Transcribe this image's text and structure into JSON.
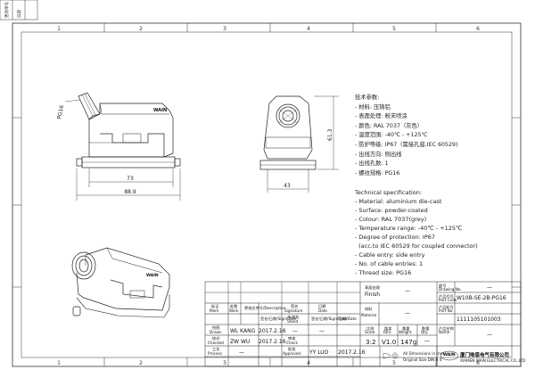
{
  "sidebar_labels": [
    "更改单号",
    "日期"
  ],
  "zones": {
    "top": [
      "1",
      "2",
      "3",
      "4",
      "5",
      "6"
    ],
    "bottom": [
      "1",
      "2",
      "3",
      "4",
      "5",
      "6"
    ]
  },
  "front_view": {
    "thread_label": "PG16",
    "dims": {
      "inner": "73",
      "overall": "88.9"
    },
    "brand": "WAIN"
  },
  "side_view": {
    "dims": {
      "width": "43",
      "height": "61.3"
    }
  },
  "iso_view": {
    "brand": "WAIN"
  },
  "spec_cn": {
    "title": "技术参数:",
    "lines": [
      "- 材料: 压铸铝",
      "- 表面处理: 粉末喷涂",
      "- 颜色: RAL 7037（灰色）",
      "- 温度范围: -40℃ - +125℃",
      "- 防护等级: IP67（需接孔座,IEC 60529)",
      "- 出线方向: 侧出线",
      "- 出线孔数: 1",
      "- 螺纹规格: PG16"
    ]
  },
  "spec_en": {
    "title": "Technical specification:",
    "lines": [
      "- Material: aluminium die-cast",
      "- Surface: powder-coated",
      "- Colour: RAL 7037(grey)",
      "- Temperature range: -40℃ - +125℃",
      "- Degree of protection: IP67",
      "  (acc.to IEC 60529 for coupled connector)",
      "- Cable entry: side entry",
      "- No. of cable entries: 1",
      "- Thread size: PG16"
    ]
  },
  "title_block": {
    "finish_cn": "表面处理",
    "finish_en": "Finish",
    "finish_val": "—",
    "drawing_no_cn": "图号",
    "drawing_no_en": "Drawing No.",
    "drawing_no_val": "—",
    "part_code_cn": "产品代号",
    "part_code_en": "Part Code",
    "part_code_val": "W10B-SE-2B-PG16",
    "material_cn": "材料",
    "material_en": "Material",
    "material_val": "—",
    "part_no_cn": "产品料号",
    "part_no_en": "Part No.",
    "part_no_val": "1111105101003",
    "name_cn": "产品名称",
    "name_en": "Name",
    "name_val": "—",
    "scale_cn": "比例",
    "scale_en": "Scale",
    "scale_val": "3:2",
    "rev_cn": "版本",
    "rev_en": "REV.",
    "rev_val": "V1.0",
    "weight_cn": "重量",
    "weight_en": "Weight",
    "weight_val": "147g",
    "qty_cn": "数量",
    "qty_en": "Qty.",
    "qty_val": "—",
    "dim_note_1": "All Dimensions in mm",
    "dim_note_2": "Original Size DIN A 4",
    "company_cn": "厦门唯恩电气有限公司",
    "company_en": "XIAMEN WAIN ELECTRICAL CO.,LTD",
    "logo": "WAIN",
    "headers": {
      "mark_cn": "标记",
      "mark_en": "Mark",
      "count_cn": "处数",
      "count_en": "Work",
      "desc_cn": "更改文件号",
      "desc_en": "Description",
      "sign_cn": "签名",
      "sign_en": "Signature",
      "date_cn": "日期",
      "date_en": "Date",
      "sign2_cn": "签名/日期",
      "sign2_en": "Sign/Date",
      "std_cn": "标准化",
      "std_en": "Stand",
      "date2_cn": "日期/Date"
    },
    "rows": [
      {
        "cn": "绘图",
        "en": "Drawn",
        "name": "WL KANG",
        "date": "2017.2.16",
        "std_val": "—",
        "extra_val": "—"
      },
      {
        "cn": "校对",
        "en": "Checked",
        "name": "ZW  WU",
        "date": "2017.2.16",
        "std_cn": "审核",
        "std_en": "Check"
      },
      {
        "cn": "工艺",
        "en": "Process",
        "name": "—",
        "date": "",
        "std_cn": "批准",
        "std_en": "Approved",
        "appr_name": "YY  LUO",
        "appr_date": "2017.2.16"
      }
    ]
  }
}
